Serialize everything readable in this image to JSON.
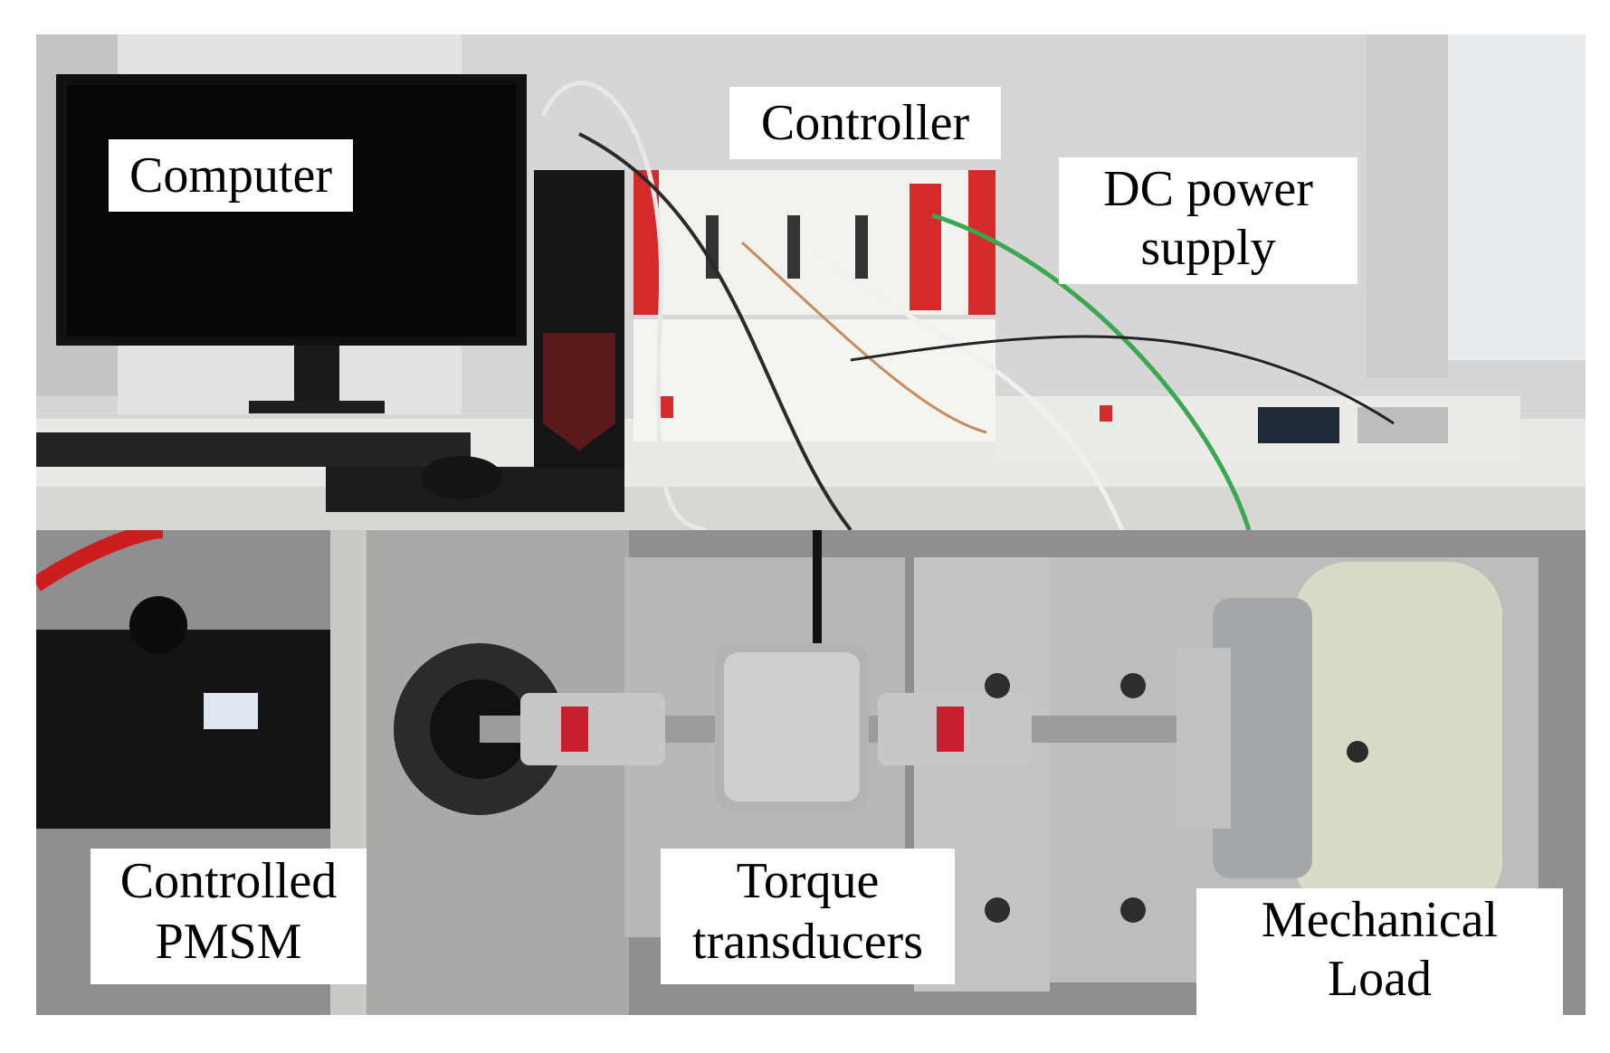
{
  "labels": {
    "computer": "Computer",
    "controller": "Controller",
    "dc_power_line1": "DC power",
    "dc_power_line2": "supply",
    "pmsm_line1": "Controlled",
    "pmsm_line2": "PMSM",
    "torque_line1": "Torque",
    "torque_line2": "transducers",
    "load_line1": "Mechanical",
    "load_line2": "Load"
  },
  "colors": {
    "label_bg": "#ffffff",
    "text": "#000000",
    "rack_red": "#d52a2a",
    "load_green": "#d8dcc6",
    "coupling_red": "#c81e2e"
  }
}
